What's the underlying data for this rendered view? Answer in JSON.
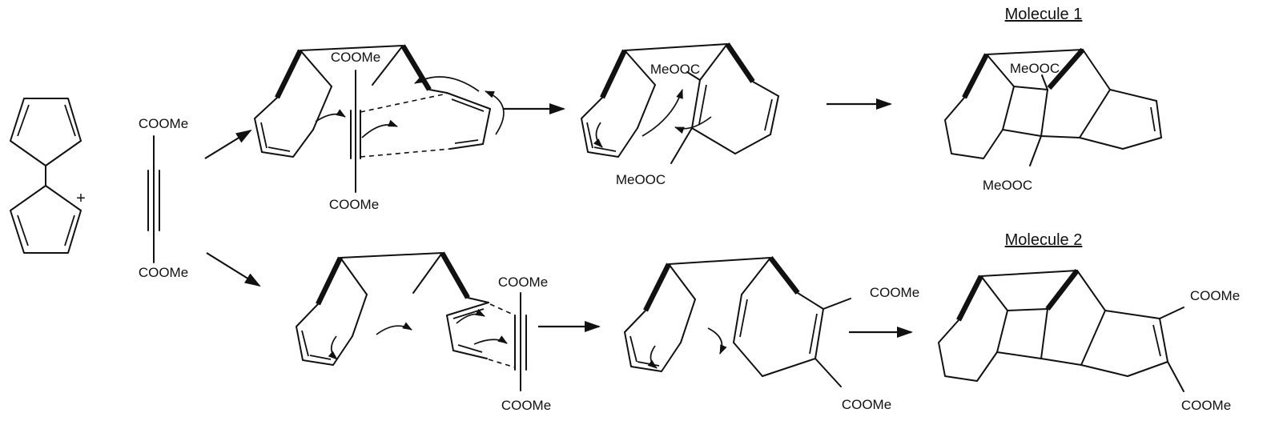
{
  "scheme": {
    "colors": {
      "ink": "#111111",
      "background": "#ffffff"
    },
    "reactants": {
      "plus_sign": "+",
      "dienophile": {
        "top_ester": "COOMe",
        "bottom_ester": "COOMe"
      }
    },
    "pathway_top": {
      "transition_state": {
        "top_ester": "COOMe",
        "bottom_ester": "COOMe"
      },
      "intermediate": {
        "top_ester": "MeOOC",
        "bottom_ester": "MeOOC"
      },
      "product": {
        "title": "Molecule 1",
        "top_ester": "MeOOC",
        "bottom_ester": "MeOOC"
      }
    },
    "pathway_bottom": {
      "transition_state": {
        "top_ester": "COOMe",
        "bottom_ester": "COOMe"
      },
      "intermediate": {
        "top_ester": "COOMe",
        "bottom_ester": "COOMe"
      },
      "product": {
        "title": "Molecule 2",
        "top_ester": "COOMe",
        "bottom_ester": "COOMe"
      }
    }
  }
}
